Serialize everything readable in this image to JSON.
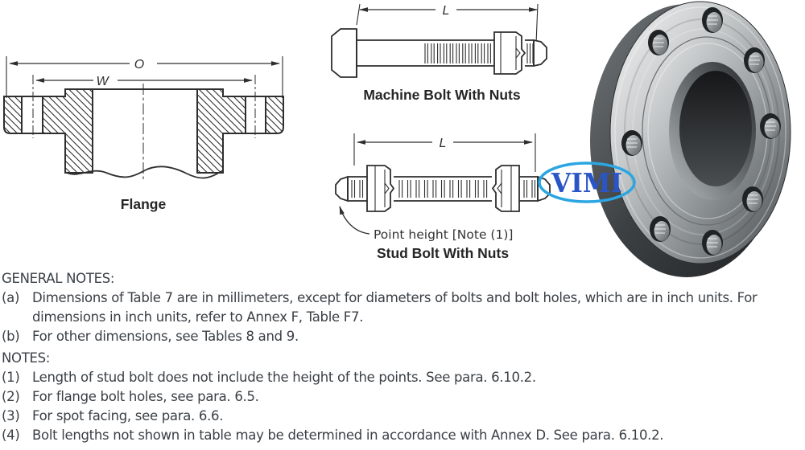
{
  "diagrams": {
    "flange": {
      "caption": "Flange",
      "dim_outer_label": "O",
      "dim_bolt_circle_label": "W"
    },
    "machine_bolt": {
      "caption": "Machine Bolt With Nuts",
      "dim_length_label": "L"
    },
    "stud_bolt": {
      "caption": "Stud Bolt With Nuts",
      "dim_length_label": "L",
      "point_annotation": "Point height [Note (1)]"
    }
  },
  "watermark": {
    "text": "VIMI",
    "oval_color": "#2BA6E2",
    "text_color": "#2A55C6"
  },
  "general_notes": {
    "heading": "GENERAL NOTES:",
    "items": [
      {
        "label": "(a)",
        "text": "Dimensions of Table 7 are in millimeters, except for diameters of bolts and bolt holes, which are in inch units. For dimensions in inch units, refer to Annex F, Table F7."
      },
      {
        "label": "(b)",
        "text": "For other dimensions, see Tables 8 and 9."
      }
    ]
  },
  "notes": {
    "heading": "NOTES:",
    "items": [
      {
        "label": "(1)",
        "text": "Length of stud bolt does not include the height of the points. See para. 6.10.2."
      },
      {
        "label": "(2)",
        "text": "For flange bolt holes, see para. 6.5."
      },
      {
        "label": "(3)",
        "text": "For spot facing, see para. 6.6."
      },
      {
        "label": "(4)",
        "text": "Bolt lengths not shown in table may be determined in accordance with Annex D. See para. 6.10.2."
      }
    ]
  }
}
